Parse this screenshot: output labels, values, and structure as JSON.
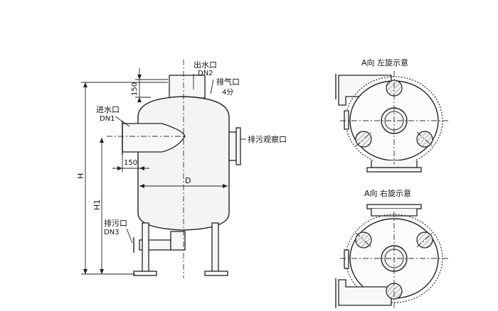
{
  "labels": {
    "outlet": "出水口",
    "outlet_dn": "DN2",
    "vent": "排气口",
    "vent_size": "4分",
    "inlet": "进水口",
    "inlet_dn": "DN1",
    "observe": "排污观察口",
    "drain": "排污口",
    "drain_dn": "DN3",
    "dim_150_top": "150",
    "dim_150_mid": "150",
    "dim_H": "H",
    "dim_H1": "H1",
    "dim_D": "D",
    "view_left": "A向  左旋示意",
    "view_right": "A向  右旋示意"
  }
}
